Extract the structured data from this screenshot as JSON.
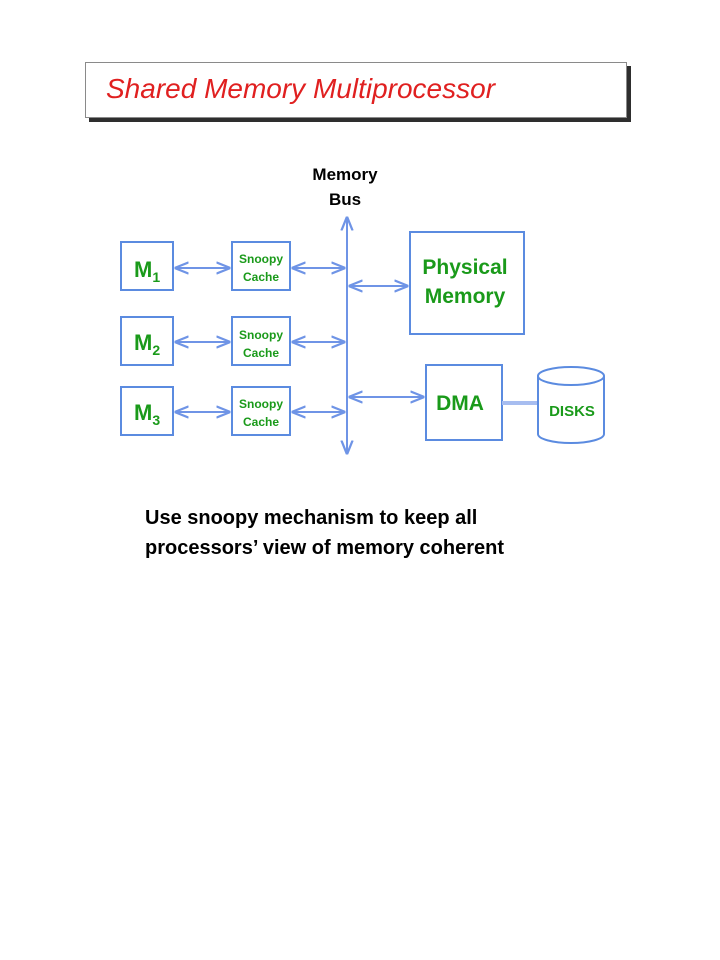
{
  "title": "Shared Memory Multiprocessor",
  "bus_label": {
    "line1": "Memory",
    "line2": "Bus"
  },
  "processors": [
    {
      "letter": "M",
      "index": "1"
    },
    {
      "letter": "M",
      "index": "2"
    },
    {
      "letter": "M",
      "index": "3"
    }
  ],
  "caches": [
    {
      "line1": "Snoopy",
      "line2": "Cache"
    },
    {
      "line1": "Snoopy",
      "line2": "Cache"
    },
    {
      "line1": "Snoopy",
      "line2": "Cache"
    }
  ],
  "physical_memory": {
    "line1": "Physical",
    "line2": "Memory"
  },
  "dma": "DMA",
  "disks": "DISKS",
  "caption": {
    "line1": "Use snoopy mechanism to keep all",
    "line2": "processors’ view of memory coherent"
  },
  "colors": {
    "title": "#e02020",
    "label_green": "#1a9a1a",
    "box_border": "#5b8be0",
    "arrow": "#6f94e6"
  }
}
